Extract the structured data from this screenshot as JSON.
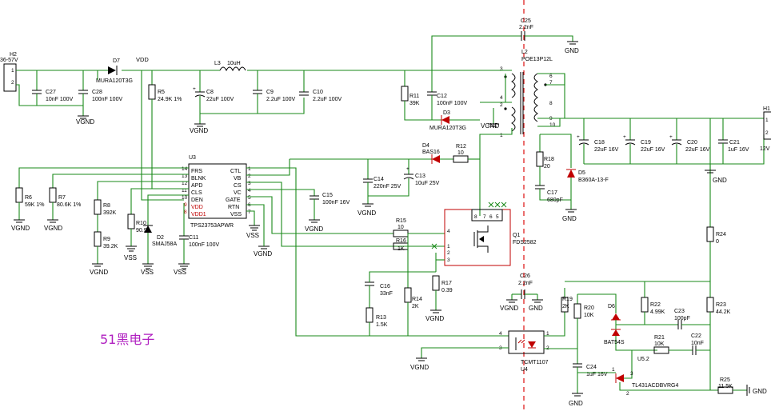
{
  "title_label": "51黑电子",
  "input": {
    "ref": "H2",
    "voltage": "36-57V",
    "pins": [
      "1",
      "2"
    ]
  },
  "output": {
    "ref": "H1",
    "voltage": "12V",
    "pins": [
      "1",
      "2"
    ]
  },
  "nets": {
    "vdd": "VDD",
    "vgnd": "VGND",
    "vss": "VSS",
    "gnd": "GND"
  },
  "ic_u3": {
    "ref": "U3",
    "part": "TPS23753APWR",
    "left_pins": [
      {
        "num": "14",
        "name": "FRS"
      },
      {
        "num": "13",
        "name": "BLNK"
      },
      {
        "num": "12",
        "name": "APD"
      },
      {
        "num": "11",
        "name": "CLS"
      },
      {
        "num": "10",
        "name": "DEN"
      },
      {
        "num": "9",
        "name": "VDD"
      },
      {
        "num": "8",
        "name": "VDD1"
      }
    ],
    "right_pins": [
      {
        "num": "1",
        "name": "CTL"
      },
      {
        "num": "2",
        "name": "VB"
      },
      {
        "num": "3",
        "name": "CS"
      },
      {
        "num": "4",
        "name": "VC"
      },
      {
        "num": "5",
        "name": "GATE"
      },
      {
        "num": "6",
        "name": "RTN"
      },
      {
        "num": "7",
        "name": "VSS"
      }
    ]
  },
  "transformer": {
    "ref": "L2",
    "part": "POE13P12L",
    "pins": [
      "3",
      "4",
      "2",
      "1",
      "6",
      "7",
      "8",
      "9",
      "10"
    ]
  },
  "mosfet": {
    "ref": "Q1",
    "part": "FDS2582",
    "pins": [
      "4",
      "8",
      "7",
      "6",
      "5",
      "1",
      "2",
      "3"
    ]
  },
  "optocoupler": {
    "ref": "U4",
    "part": "TCMT1107",
    "pins": [
      "4",
      "3",
      "1",
      "2"
    ]
  },
  "regulator": {
    "ref": "U5.2",
    "part": "TL431ACDBVRG4",
    "pins": [
      "1",
      "2",
      "3"
    ]
  },
  "diodes": [
    {
      "ref": "D7",
      "part": "MURA120T3G"
    },
    {
      "ref": "D3",
      "part": "MURA120T3G"
    },
    {
      "ref": "D4",
      "part": "BAS16"
    },
    {
      "ref": "D5",
      "part": "B360A-13-F"
    },
    {
      "ref": "D2",
      "part": "SMAJ58A"
    },
    {
      "ref": "D6",
      "part": "BAT54S"
    }
  ],
  "inductor": {
    "ref": "L3",
    "value": "10uH"
  },
  "capacitors": [
    {
      "ref": "C27",
      "value": "10nF 100V"
    },
    {
      "ref": "C28",
      "value": "100nF 100V"
    },
    {
      "ref": "C8",
      "value": "22uF 100V"
    },
    {
      "ref": "C9",
      "value": "2.2uF 100V"
    },
    {
      "ref": "C10",
      "value": "2.2uF 100V"
    },
    {
      "ref": "C12",
      "value": "100nF 100V"
    },
    {
      "ref": "C25",
      "value": "2.2nF"
    },
    {
      "ref": "C14",
      "value": "220nF 25V"
    },
    {
      "ref": "C13",
      "value": "10uF 25V"
    },
    {
      "ref": "C15",
      "value": "100nF 16V"
    },
    {
      "ref": "C11",
      "value": "100nF 100V"
    },
    {
      "ref": "C16",
      "value": "33nF"
    },
    {
      "ref": "C26",
      "value": "2.2nF"
    },
    {
      "ref": "C17",
      "value": "680pF"
    },
    {
      "ref": "C18",
      "value": "22uF 16V"
    },
    {
      "ref": "C19",
      "value": "22uF 16V"
    },
    {
      "ref": "C20",
      "value": "22uF 16V"
    },
    {
      "ref": "C21",
      "value": "1uF 16V"
    },
    {
      "ref": "C23",
      "value": "100pF"
    },
    {
      "ref": "C22",
      "value": "10nF"
    },
    {
      "ref": "C24",
      "value": "1uF 16V"
    }
  ],
  "resistors": [
    {
      "ref": "R5",
      "value": "24.9K 1%"
    },
    {
      "ref": "R6",
      "value": "59K 1%"
    },
    {
      "ref": "R7",
      "value": "80.6K 1%"
    },
    {
      "ref": "R8",
      "value": "392K"
    },
    {
      "ref": "R9",
      "value": "39.2K"
    },
    {
      "ref": "R10",
      "value": "90.9"
    },
    {
      "ref": "R11",
      "value": "39K"
    },
    {
      "ref": "R12",
      "value": "10"
    },
    {
      "ref": "R15",
      "value": "10"
    },
    {
      "ref": "R16",
      "value": "1K"
    },
    {
      "ref": "R17",
      "value": "0.39"
    },
    {
      "ref": "R14",
      "value": "2K"
    },
    {
      "ref": "R13",
      "value": "1.5K"
    },
    {
      "ref": "R18",
      "value": "20"
    },
    {
      "ref": "R19",
      "value": "2K"
    },
    {
      "ref": "R20",
      "value": "10K"
    },
    {
      "ref": "R22",
      "value": "4.99K"
    },
    {
      "ref": "R21",
      "value": "10K"
    },
    {
      "ref": "R23",
      "value": "44.2K"
    },
    {
      "ref": "R24",
      "value": "0"
    },
    {
      "ref": "R25",
      "value": "11.5K"
    }
  ]
}
